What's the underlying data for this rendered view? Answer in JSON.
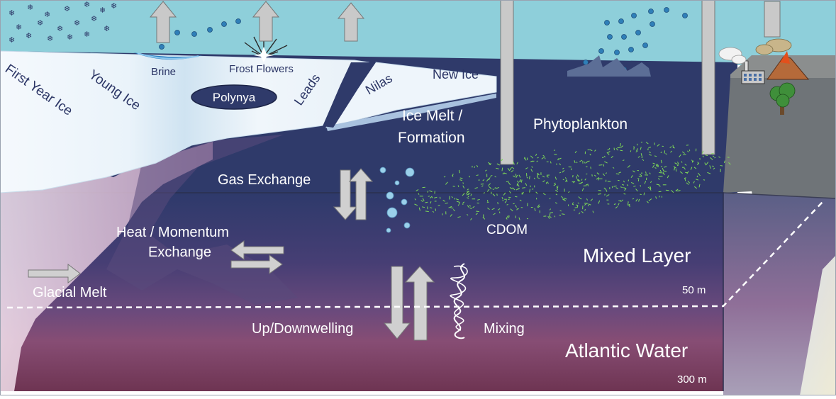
{
  "labels": {
    "first_year_ice": "First Year Ice",
    "young_ice": "Young Ice",
    "brine": "Brine",
    "frost_flowers": "Frost Flowers",
    "polynya": "Polynya",
    "leads": "Leads",
    "nilas": "Nilas",
    "new_ice": "New Ice",
    "ice_melt_line1": "Ice Melt /",
    "ice_melt_line2": "Formation",
    "phytoplankton": "Phytoplankton",
    "gas_exchange": "Gas Exchange",
    "heat_line1": "Heat / Momentum",
    "heat_line2": "Exchange",
    "cdom": "CDOM",
    "glacial_melt": "Glacial Melt",
    "mixed_layer": "Mixed Layer",
    "depth_50": "50 m",
    "up_downwelling": "Up/Downwelling",
    "mixing": "Mixing",
    "atlantic_water": "Atlantic Water",
    "depth_300": "300 m"
  },
  "colors": {
    "sky": "#8ecfda",
    "ocean_surface": "#2f3a6a",
    "mixed_layer_bottom": "#6d4a7a",
    "atlantic_water": "#7c3f5f",
    "ice": "#f3f8fc",
    "ice_edge": "#b9d4ea",
    "bubble": "#2f7fb8",
    "phytoplankton": "#7ed957",
    "label_light": "#ffffff",
    "label_dark": "#2b3565"
  }
}
